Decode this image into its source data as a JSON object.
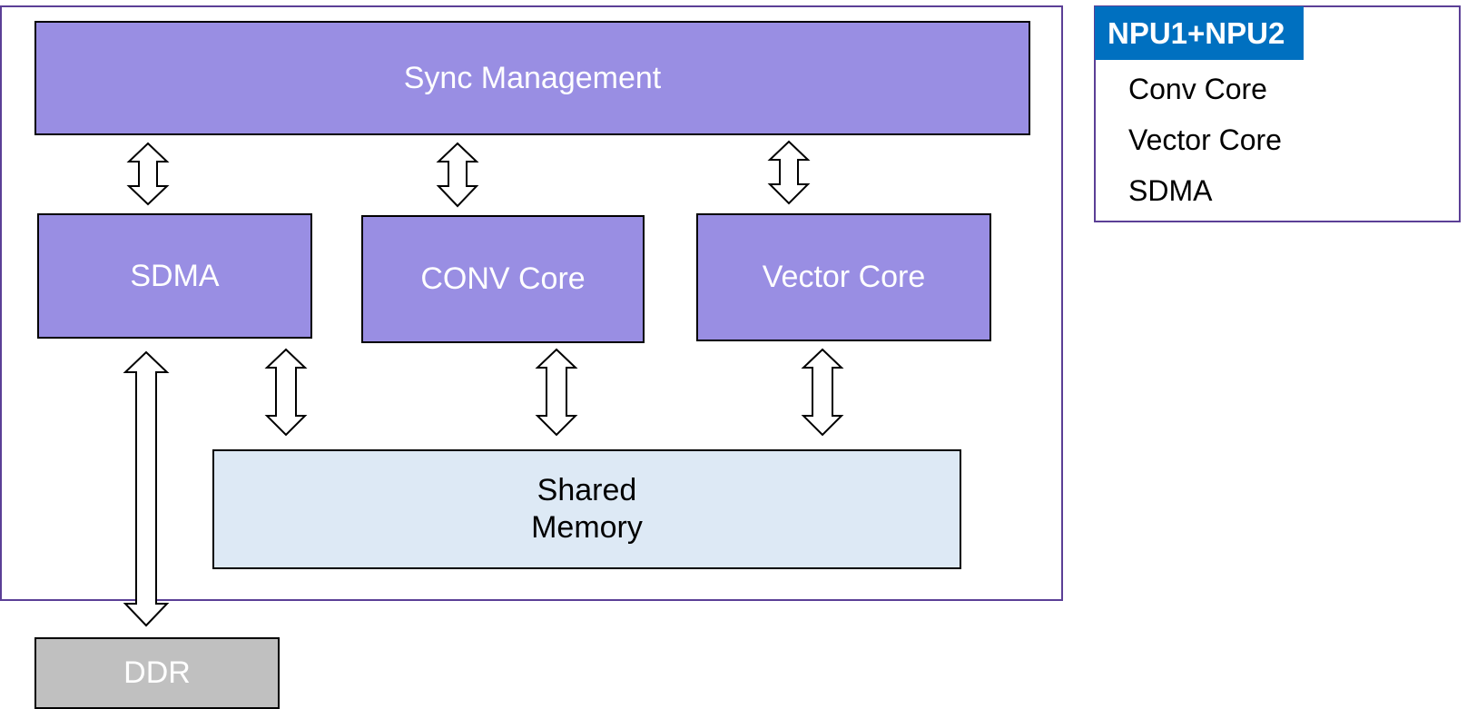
{
  "blocks": {
    "sync_management": "Sync Management",
    "sdma": "SDMA",
    "conv_core": "CONV Core",
    "vector_core": "Vector Core",
    "shared_memory": "Shared\nMemory",
    "ddr": "DDR"
  },
  "legend": {
    "title": "NPU1+NPU2",
    "items": [
      "Conv Core",
      "Vector Core",
      "SDMA"
    ]
  },
  "colors": {
    "block_fill": "#998ee3",
    "shared_memory_fill": "#dde9f5",
    "ddr_fill": "#c0c0c0",
    "frame_border": "#5b3f96",
    "legend_header_fill": "#0070c0"
  }
}
